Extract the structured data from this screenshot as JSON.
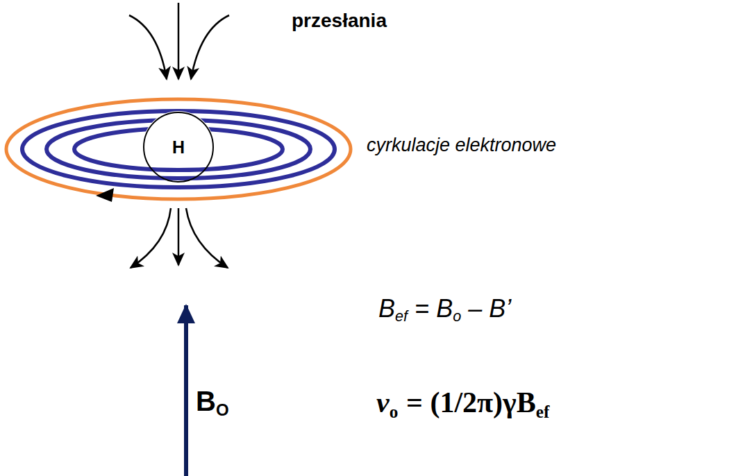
{
  "diagram": {
    "title": "przesłania",
    "nodes": [
      {
        "text": [
          "H"
        ]
      }
    ],
    "labels": [
      "cyrkulacje elektronowe",
      "B",
      "ef",
      "= B",
      "o",
      "– B’",
      "ν",
      "o",
      "= (1/2π)γB",
      "ef",
      "B",
      "O"
    ]
  }
}
